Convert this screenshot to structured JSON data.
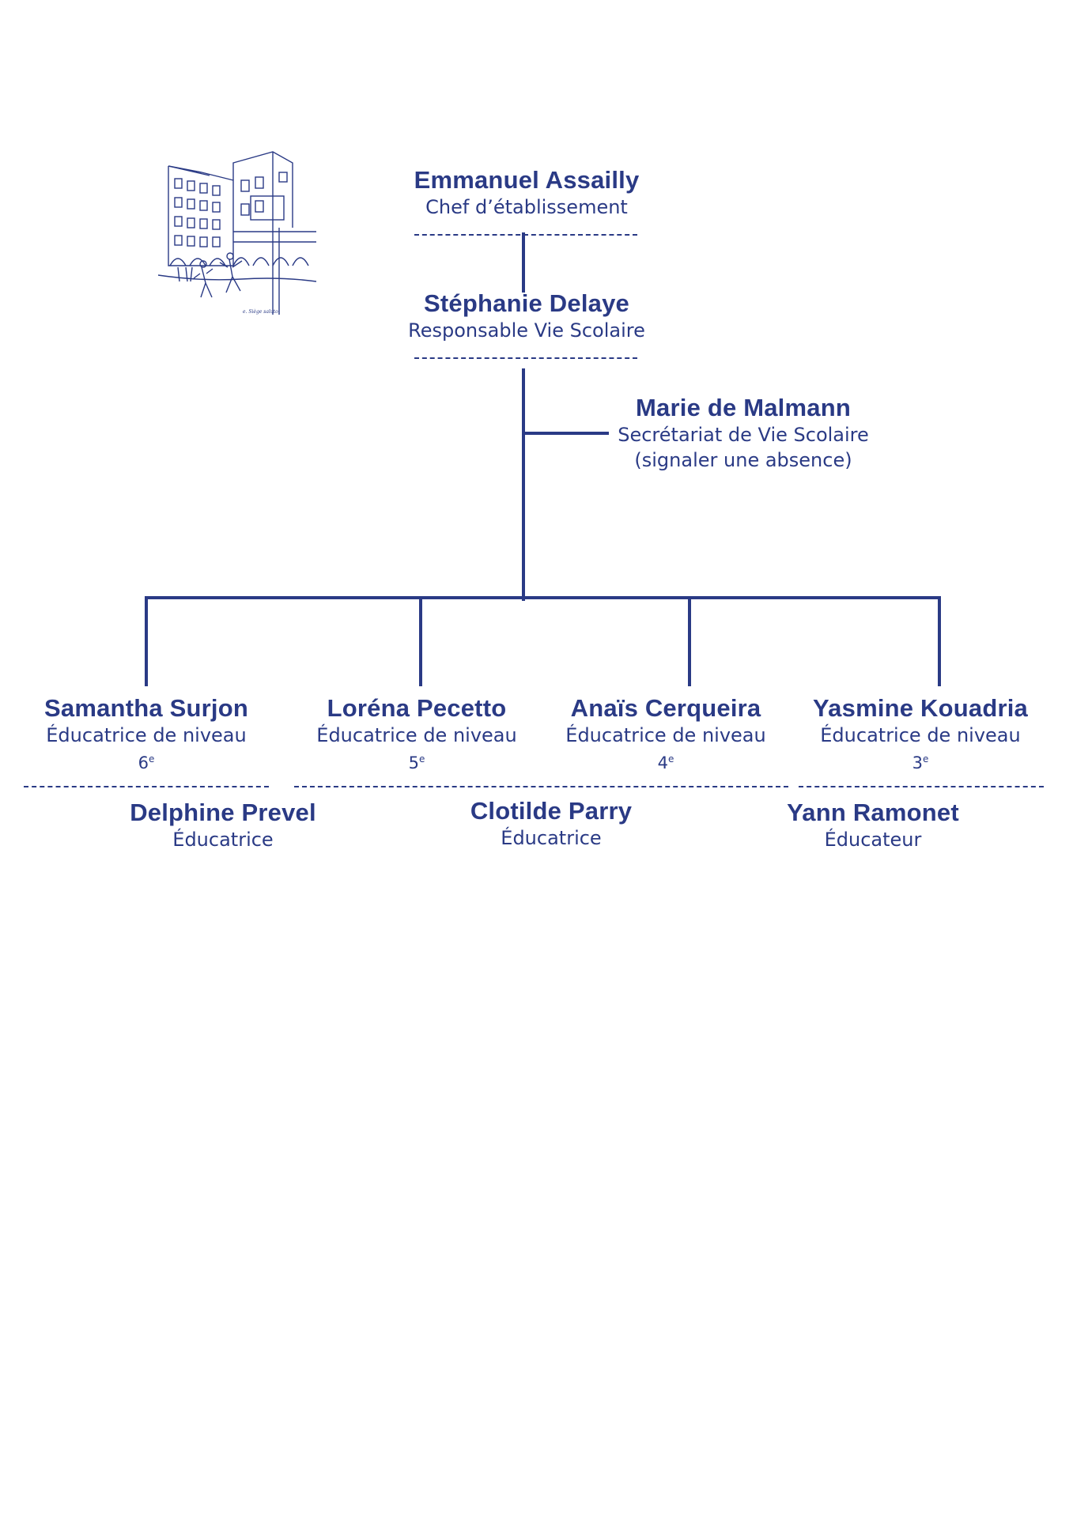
{
  "colors": {
    "ink": "#2a3a85"
  },
  "illustration": {
    "icon": "school-building-sketch-icon",
    "signature": "e. Siège saluto"
  },
  "head": {
    "name": "Emmanuel Assailly",
    "role": "Chef d’établissement"
  },
  "manager": {
    "name": "Stéphanie Delaye",
    "role": "Responsable Vie Scolaire"
  },
  "secretary": {
    "name": "Marie de Malmann",
    "role": "Secrétariat de Vie Scolaire",
    "note": "(signaler une absence)"
  },
  "educators_level": [
    {
      "name": "Samantha Surjon",
      "role": "Éducatrice de niveau",
      "level": "6",
      "suffix": "e"
    },
    {
      "name": "Loréna Pecetto",
      "role": "Éducatrice de niveau",
      "level": "5",
      "suffix": "e"
    },
    {
      "name": "Anaïs Cerqueira",
      "role": "Éducatrice de niveau",
      "level": "4",
      "suffix": "e"
    },
    {
      "name": "Yasmine Kouadria",
      "role": "Éducatrice de niveau",
      "level": "3",
      "suffix": "e"
    }
  ],
  "educators": [
    {
      "name": "Delphine Prevel",
      "role": "Éducatrice"
    },
    {
      "name": "Clotilde Parry",
      "role": "Éducatrice"
    },
    {
      "name": "Yann Ramonet",
      "role": "Éducateur"
    }
  ]
}
